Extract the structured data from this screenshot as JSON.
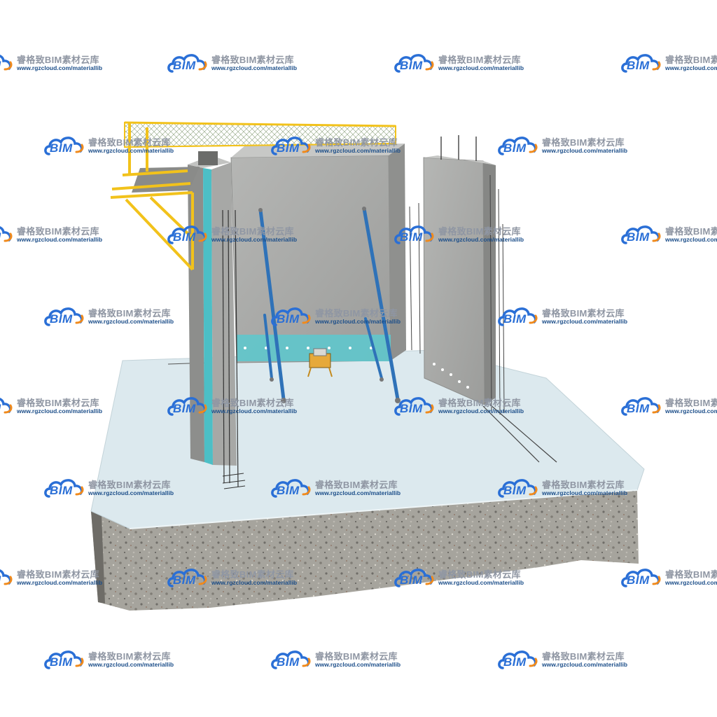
{
  "watermark": {
    "brand_text": "BIM",
    "name_cn": "睿格致BIM素材云库",
    "url": "www.rgzcloud.com/materiallib",
    "colors": {
      "cloud": "#2a6fd6",
      "accent": "#f08a1c",
      "name": "#8f96a3",
      "url": "#1d4f8a"
    }
  },
  "scene": {
    "icon": "prefab-wall-installation-illustration",
    "colors": {
      "slab_top": "#dce9ee",
      "slab_side": "#a9a7a0",
      "wall_panel": "#a9aaa8",
      "insulation": "#5fc6cc",
      "brace": "#2f72b8",
      "railing": "#f2c21b"
    }
  }
}
